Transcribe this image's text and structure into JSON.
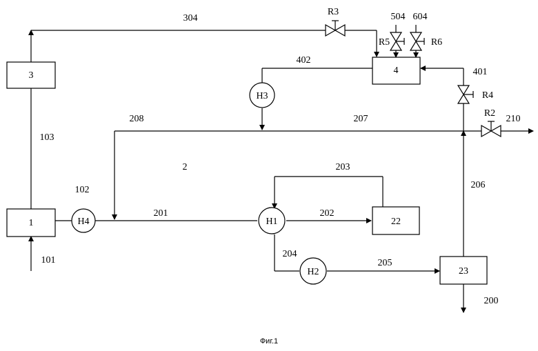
{
  "diagram": {
    "blocks": {
      "b1": "1",
      "b3": "3",
      "b4": "4",
      "b22": "22",
      "b23": "23"
    },
    "pumps": {
      "h1": "Н1",
      "h2": "Н2",
      "h3": "Н3",
      "h4": "Н4"
    },
    "valves": {
      "r2": "R2",
      "r3": "R3",
      "r4": "R4",
      "r5": "R5",
      "r6": "R6"
    },
    "streams": {
      "s101": "101",
      "s102": "102",
      "s103": "103",
      "s200": "200",
      "s201": "201",
      "s202": "202",
      "s203": "203",
      "s204": "204",
      "s205": "205",
      "s206": "206",
      "s207": "207",
      "s208": "208",
      "s210": "210",
      "s304": "304",
      "s401": "401",
      "s402": "402",
      "s504": "504",
      "s604": "604"
    },
    "zone_label": "2",
    "caption": "Фиг.1"
  }
}
